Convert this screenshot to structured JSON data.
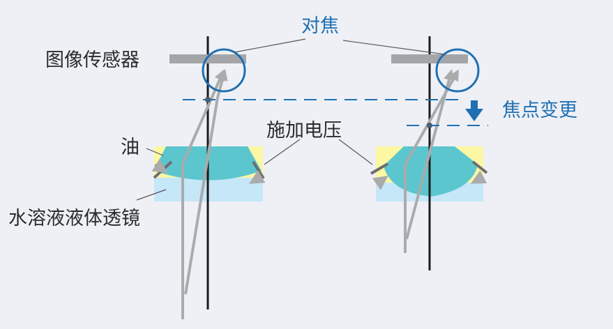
{
  "labels": {
    "focus": "对焦",
    "image_sensor": "图像传感器",
    "focus_change": "焦点变更",
    "apply_voltage": "施加电压",
    "oil": "油",
    "lens": "水溶液液体透镜"
  },
  "colors": {
    "background": "#eef0f5",
    "accent_blue": "#1f6fb2",
    "oil_yellow": "#fbf7a3",
    "water_lightblue": "#c5e7f8",
    "lens_teal": "#5cc6cf",
    "ray_gray": "#a9abad",
    "sensor_gray": "#a3a5a8",
    "text_dark": "#2b2b2b"
  },
  "icons": [
    "focus-circle",
    "down-arrow-icon",
    "electrode",
    "ray-arrow"
  ]
}
